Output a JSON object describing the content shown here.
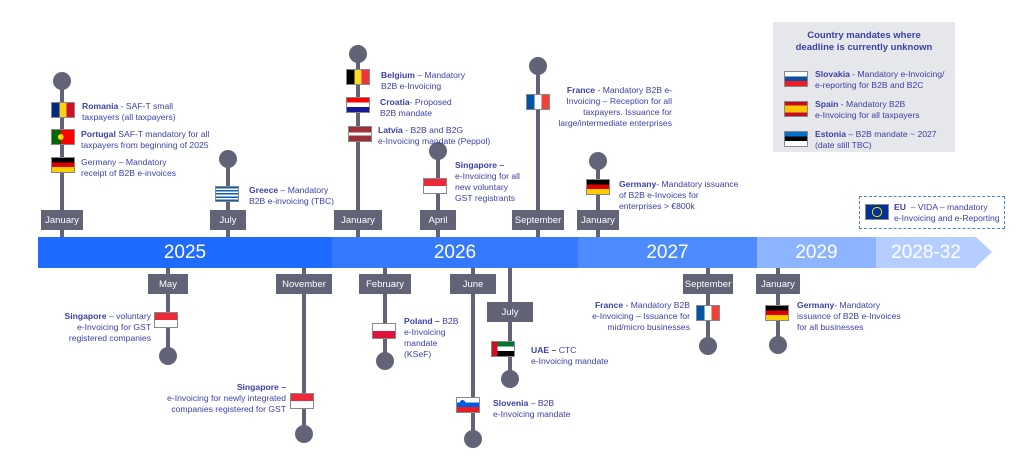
{
  "years": [
    "2025",
    "2026",
    "2027",
    "2029",
    "2028-32"
  ],
  "colors": {
    "y2025": "#1f6bff",
    "y2026": "#3479ff",
    "y2027": "#4d8bff",
    "y2029": "#8db4ff",
    "y2028_32": "#b5cdff",
    "text": "#3b3fa8",
    "stem": "#636377"
  },
  "months_top": [
    "January",
    "July",
    "January",
    "April",
    "September",
    "January"
  ],
  "months_bottom": [
    "May",
    "November",
    "February",
    "June",
    "July",
    "September",
    "January"
  ],
  "events": [
    {
      "country": "Romania",
      "rest": " - SAF-T small\ntaxpayers (all taxpayers)",
      "flag": "flag-romania"
    },
    {
      "country": "Portugal",
      "rest": " SAF-T mandatory for all\ntaxpayers from beginning of 2025",
      "flag": "flag-portugal"
    },
    {
      "country": "",
      "rest": "Germany – Mandatory\nreceipt of B2B e-invoices",
      "flag": "flag-germany"
    },
    {
      "country": "Greece",
      "rest": " – Mandatory\nB2B e-invoicing (TBC)",
      "flag": "flag-greece"
    },
    {
      "country": "Belgium",
      "rest": " – Mandatory\nB2B e-Invoicing",
      "flag": "flag-belgium"
    },
    {
      "country": "Croatia",
      "rest": "- Proposed\nB2B mandate",
      "flag": "flag-croatia"
    },
    {
      "country": "Latvia",
      "rest": " - B2B and B2G\ne-Invoicing mandate (Peppol)",
      "flag": "flag-latvia"
    },
    {
      "country": "Singapore –",
      "rest": "\ne-Invoicing for all\nnew voluntary\nGST registrants",
      "flag": "flag-singapore"
    },
    {
      "country": "France",
      "rest": " - Mandatory B2B e-\nInvoicing – Reception for all\ntaxpayers. Issuance for\nlarge/intermediate enterprises",
      "flag": "flag-france"
    },
    {
      "country": "Germany",
      "rest": "- Mandatory issuance\nof B2B e-Invoices for\nenterprises > €800k",
      "flag": "flag-germany"
    },
    {
      "country": "Singapore",
      "rest": " – voluntary\ne-Invoicing for GST\nregistered companies",
      "flag": "flag-singapore"
    },
    {
      "country": "Singapore –",
      "rest": "\ne-Invoicing for newly integrated\ncompanies registered for GST",
      "flag": "flag-singapore"
    },
    {
      "country": "Poland – ",
      "rest": "B2B\ne-Invoicing\nmandate\n(KSeF)",
      "flag": "flag-poland"
    },
    {
      "country": "UAE – ",
      "rest": "CTC\ne-Invoicing mandate",
      "flag": "flag-uae"
    },
    {
      "country": "Slovenia",
      "rest": " – B2B\ne-Invoicing mandate",
      "flag": "flag-slovenia"
    },
    {
      "country": "France",
      "rest": " - Mandatory B2B\ne-Invoicing – Issuance for\nmid/micro businesses",
      "flag": "flag-france"
    },
    {
      "country": "Germany",
      "rest": "- Mandatory\nissuance of B2B e-Invoices\nfor all businesses",
      "flag": "flag-germany"
    }
  ],
  "unknown_box": {
    "title": "Country mandates where\ndeadline is currently unknown",
    "items": [
      {
        "country": "Slovakia",
        "rest": " - Mandatory e-Invoicing/\ne-reporting for B2B and B2C",
        "flag": "flag-slovakia"
      },
      {
        "country": "Spain",
        "rest": " - Mandatory B2B\ne-Invoicing for all taxpayers",
        "flag": "flag-spain"
      },
      {
        "country": "Estonia",
        "rest": " – B2B mandate ~ 2027\n(date still TBC)",
        "flag": "flag-estonia"
      }
    ]
  },
  "eu_box": {
    "country": "EU ",
    "rest": " – VIDA – mandatory\ne-Invoicing and e-Reporting",
    "flag": "flag-eu"
  }
}
